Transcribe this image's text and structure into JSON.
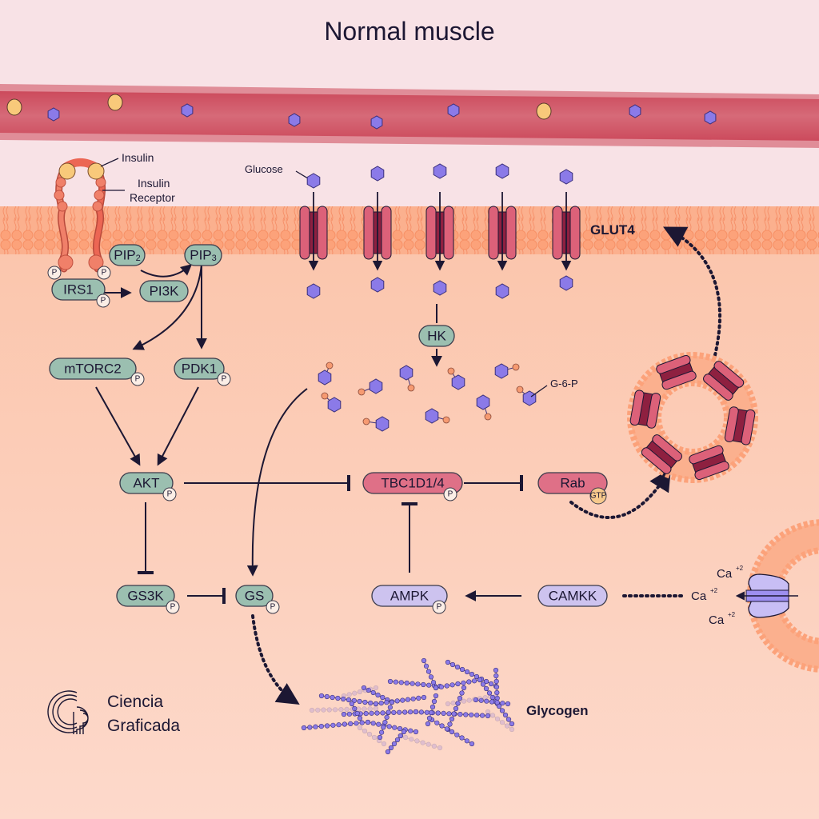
{
  "title": "Normal muscle",
  "colors": {
    "background_top": "#f8e2e6",
    "cytoplasm": "#fcd2c2",
    "vessel": "#d45a6a",
    "vessel_edge": "#e08d98",
    "membrane": "#fbb08e",
    "membrane_head": "#f99c74",
    "node_green": "#9bbfb0",
    "node_pink": "#df7087",
    "node_purple": "#cdc3ef",
    "glut4_body": "#dc6179",
    "glut4_core": "#8e2040",
    "glucose": "#8b7ae8",
    "insulin": "#f8c97a",
    "phosphate": "#f69a71",
    "ink": "#1c1733"
  },
  "labels": {
    "insulin": "Insulin",
    "insulin_receptor_line1": "Insulin",
    "insulin_receptor_line2": "Receptor",
    "glucose": "Glucose",
    "glut4": "GLUT4",
    "g6p": "G-6-P",
    "glycogen": "Glycogen",
    "calcium": "Ca",
    "calcium_charge": "+2",
    "phospho": "P",
    "gtp": "GTP"
  },
  "nodes": {
    "pip2": {
      "base": "PIP",
      "sub": "2"
    },
    "pip3": {
      "base": "PIP",
      "sub": "3"
    },
    "irs1": "IRS1",
    "pi3k": "PI3K",
    "mtorc2": "mTORC2",
    "pdk1": "PDK1",
    "hk": "HK",
    "akt": "AKT",
    "tbc1d1_4": "TBC1D1/4",
    "rab": "Rab",
    "gs3k": "GS3K",
    "gs": "GS",
    "ampk": "AMPK",
    "camkk": "CAMKK"
  },
  "logo": {
    "line1": "Ciencia",
    "line2": "Graficada"
  }
}
